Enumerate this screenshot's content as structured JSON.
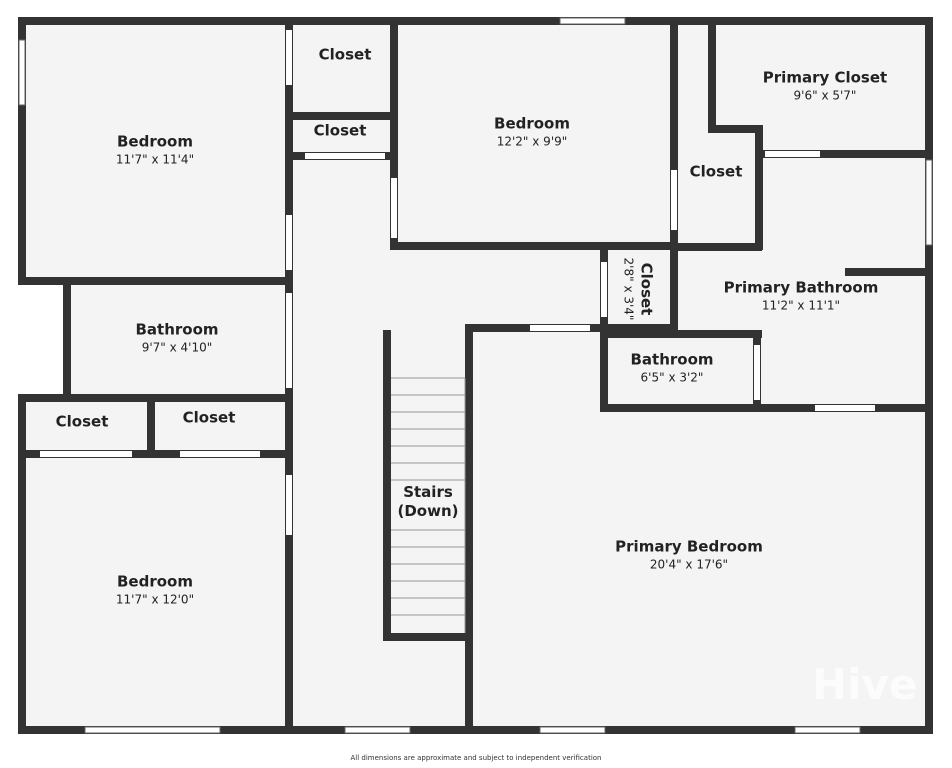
{
  "rooms": {
    "bedroom_nw": {
      "name": "Bedroom",
      "dims": "11'7\" x 11'4\""
    },
    "closet_n1": {
      "name": "Closet"
    },
    "closet_n2": {
      "name": "Closet"
    },
    "bedroom_n": {
      "name": "Bedroom",
      "dims": "12'2\" x 9'9\""
    },
    "closet_ne": {
      "name": "Closet"
    },
    "primary_closet": {
      "name": "Primary Closet",
      "dims": "9'6\" x 5'7\""
    },
    "closet_small": {
      "name": "Closet",
      "dims": "2'8\" x 3'4\""
    },
    "primary_bathroom": {
      "name": "Primary Bathroom",
      "dims": "11'2\" x 11'1\""
    },
    "bathroom_w": {
      "name": "Bathroom",
      "dims": "9'7\" x 4'10\""
    },
    "bathroom_small": {
      "name": "Bathroom",
      "dims": "6'5\" x 3'2\""
    },
    "closet_sw1": {
      "name": "Closet"
    },
    "closet_sw2": {
      "name": "Closet"
    },
    "stairs": {
      "name": "Stairs",
      "sub": "(Down)"
    },
    "primary_bedroom": {
      "name": "Primary Bedroom",
      "dims": "20'4\" x 17'6\""
    },
    "bedroom_sw": {
      "name": "Bedroom",
      "dims": "11'7\" x 12'0\""
    }
  },
  "footer": "All dimensions are approximate and subject to independent verification",
  "watermark": "Hive",
  "colors": {
    "wall": "#333333",
    "floor": "#f4f4f4"
  }
}
